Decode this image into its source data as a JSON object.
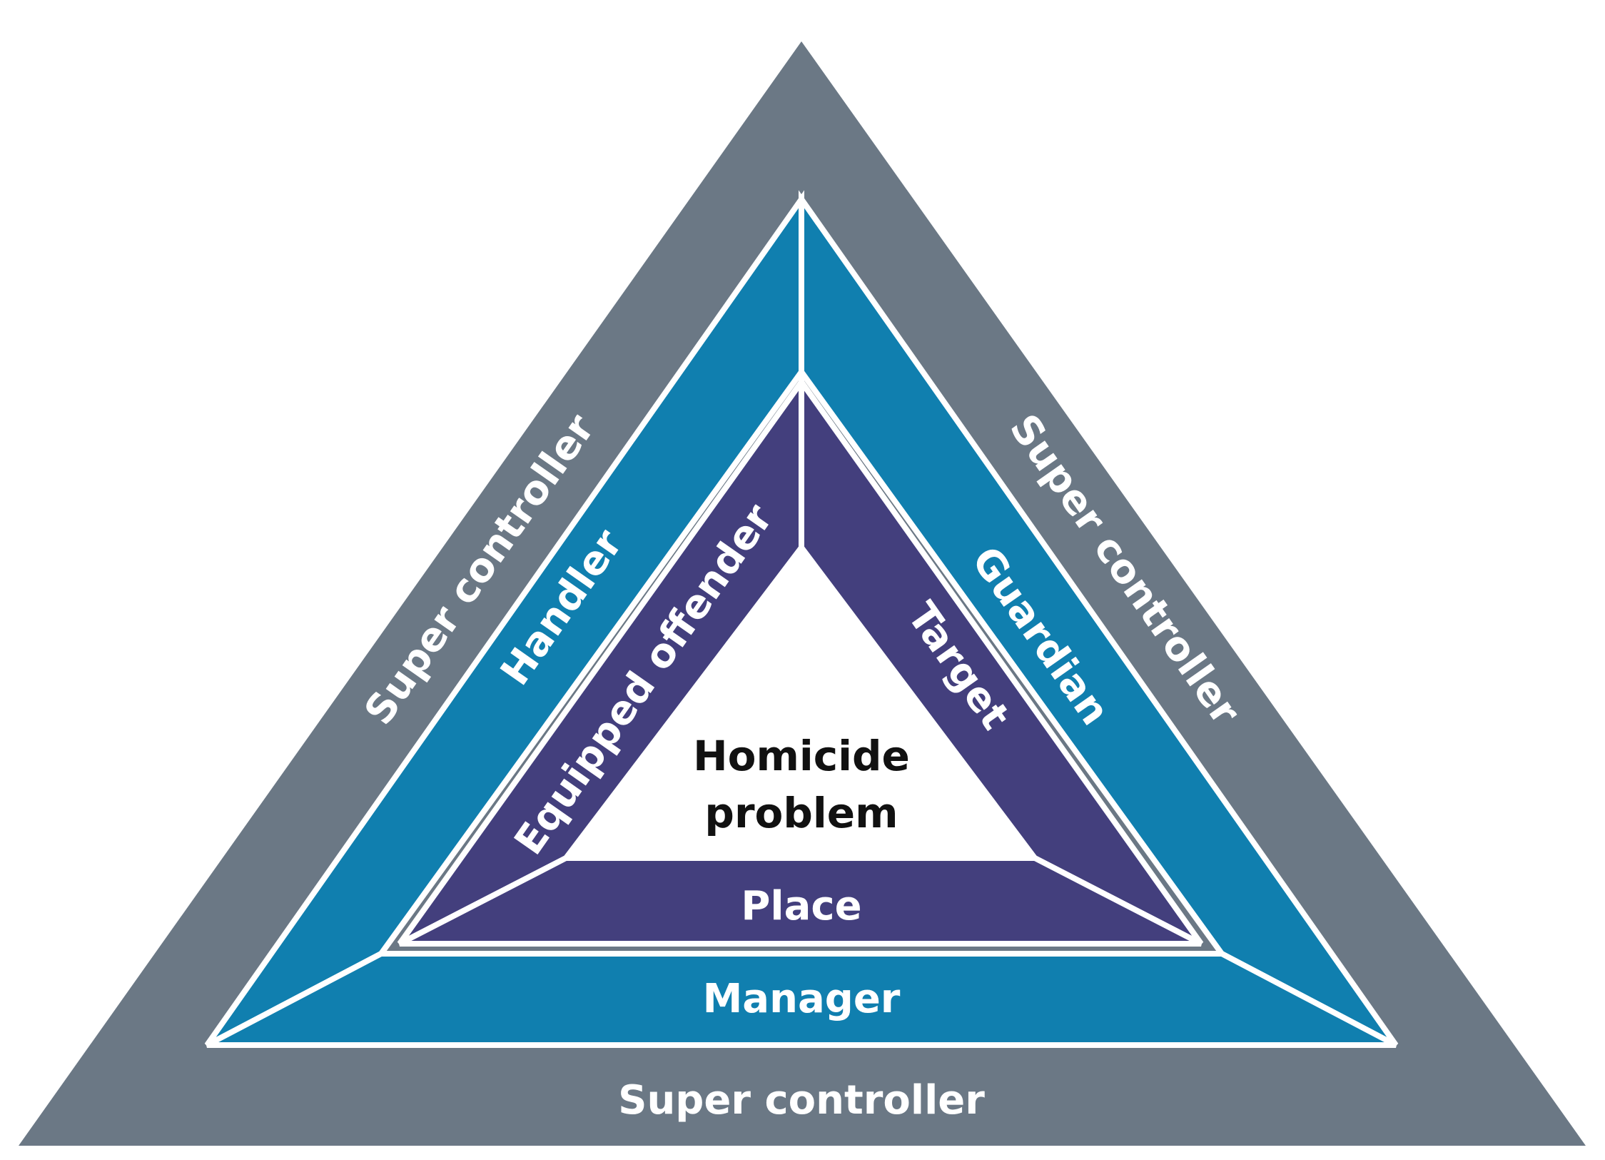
{
  "diagram": {
    "outer_layer": {
      "left_label": "Super controller",
      "right_label": "Super controller",
      "bottom_label": "Super controller"
    },
    "middle_layer": {
      "left_label": "Handler",
      "right_label": "Guardian",
      "bottom_label": "Manager"
    },
    "inner_layer": {
      "left_label": "Equipped offender",
      "right_label": "Target",
      "bottom_label": "Place"
    },
    "center": {
      "line1": "Homicide",
      "line2": "problem"
    }
  },
  "colors": {
    "outer": "#6B7885",
    "middle": "#107FAF",
    "inner": "#433F7D",
    "center": "#FFFFFF",
    "separator": "#FFFFFF",
    "label_light": "#FFFFFF",
    "label_dark": "#111111"
  }
}
